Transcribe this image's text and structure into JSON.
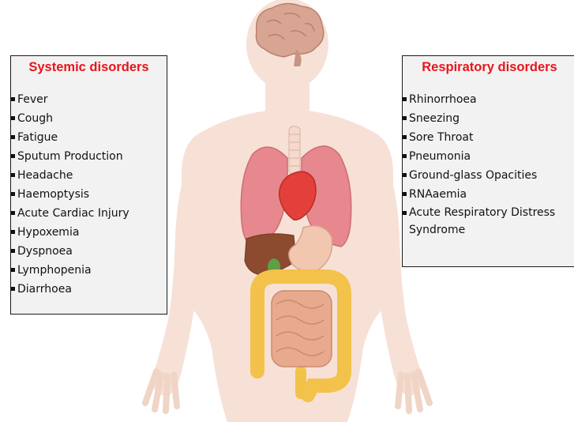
{
  "left_panel": {
    "title": "Systemic disorders",
    "items": [
      "Fever",
      "Cough",
      "Fatigue",
      "Sputum Production",
      "Headache",
      "Haemoptysis",
      "Acute Cardiac Injury",
      "Hypoxemia",
      "Dyspnoea",
      "Lymphopenia",
      "Diarrhoea"
    ]
  },
  "right_panel": {
    "title": "Respiratory disorders",
    "items": [
      "Rhinorrhoea",
      "Sneezing",
      "Sore Throat",
      "Pneumonia",
      "Ground-glass Opacities",
      "RNAaemia",
      "Acute Respiratory Distress Syndrome"
    ]
  },
  "colors": {
    "title": "#e8151c",
    "body": "#f7e1d6",
    "lungs": "#e7888e",
    "heart": "#e43e3a",
    "liver": "#a0522d",
    "intestine": "#f3c24a",
    "brain": "#d5a08f"
  },
  "icons": [
    "brain-icon",
    "lungs-icon",
    "heart-icon",
    "trachea-icon",
    "liver-icon",
    "stomach-icon",
    "gallbladder-icon",
    "small-intestine-icon",
    "large-intestine-icon"
  ]
}
